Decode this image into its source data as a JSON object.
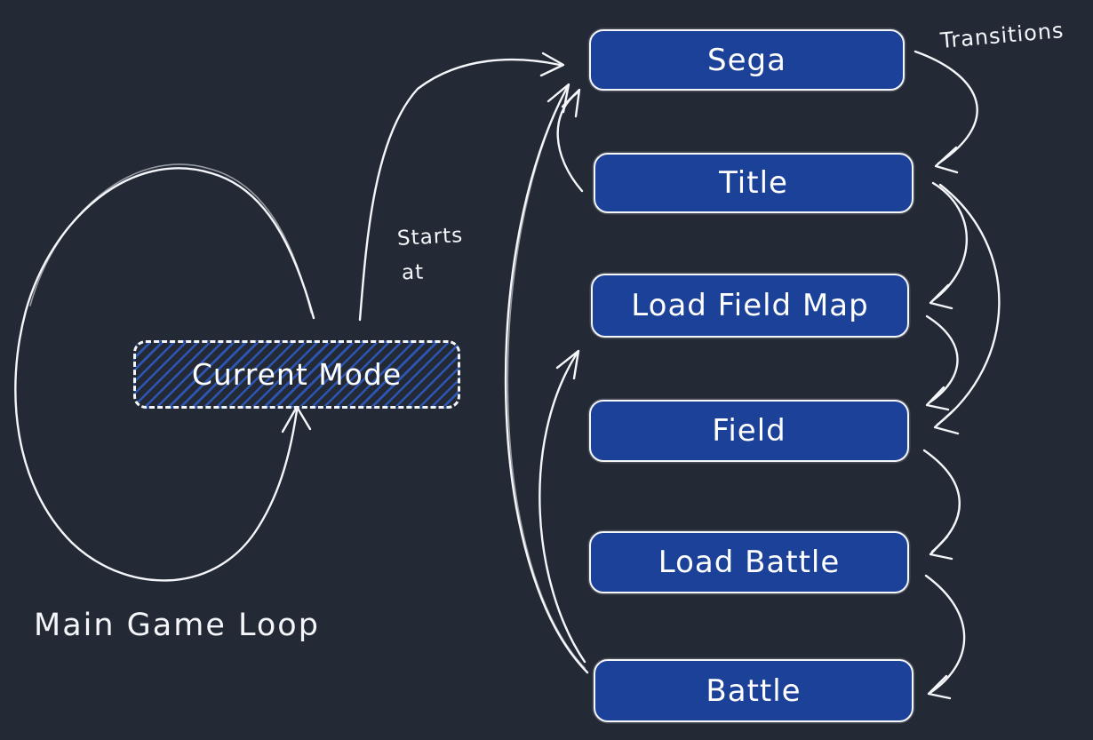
{
  "canvas": {
    "background_color": "#232935",
    "stroke_color": "#f4f6fa",
    "node_fill_color": "#1c4199",
    "hatch_color": "#2d55b4",
    "text_color": "#ffffff"
  },
  "nodes": [
    {
      "id": "sega",
      "label": "Sega"
    },
    {
      "id": "title",
      "label": "Title"
    },
    {
      "id": "load-field-map",
      "label": "Load Field Map"
    },
    {
      "id": "field",
      "label": "Field"
    },
    {
      "id": "load-battle",
      "label": "Load Battle"
    },
    {
      "id": "battle",
      "label": "Battle"
    }
  ],
  "current_mode": {
    "label": "Current Mode",
    "style": "dashed-border, blue diagonal hatch fill"
  },
  "annotations": {
    "transitions": "Transitions",
    "starts_at_line1": "Starts",
    "starts_at_line2": "at",
    "main_loop": "Main Game Loop"
  },
  "loop": {
    "label": "Main Game Loop",
    "shape": "large open ellipse arrow circling on the left, arrowhead pointing up into Current Mode"
  },
  "edges": [
    {
      "from": "Current Mode",
      "to": "Sega",
      "label": "Starts at",
      "side": "left-up"
    },
    {
      "from": "Sega",
      "to": "Title",
      "side": "right"
    },
    {
      "from": "Title",
      "to": "Load Field Map",
      "side": "right"
    },
    {
      "from": "Title",
      "to": "Field",
      "side": "right-outer"
    },
    {
      "from": "Load Field Map",
      "to": "Field",
      "side": "right"
    },
    {
      "from": "Field",
      "to": "Load Battle",
      "side": "right"
    },
    {
      "from": "Load Battle",
      "to": "Battle",
      "side": "right"
    },
    {
      "from": "Title",
      "to": "Sega",
      "side": "left"
    },
    {
      "from": "Battle",
      "to": "Load Field Map",
      "side": "left"
    },
    {
      "from": "Battle",
      "to": "Sega",
      "side": "left-outer"
    },
    {
      "from": "Main Game Loop",
      "to": "Current Mode",
      "side": "bottom"
    }
  ]
}
